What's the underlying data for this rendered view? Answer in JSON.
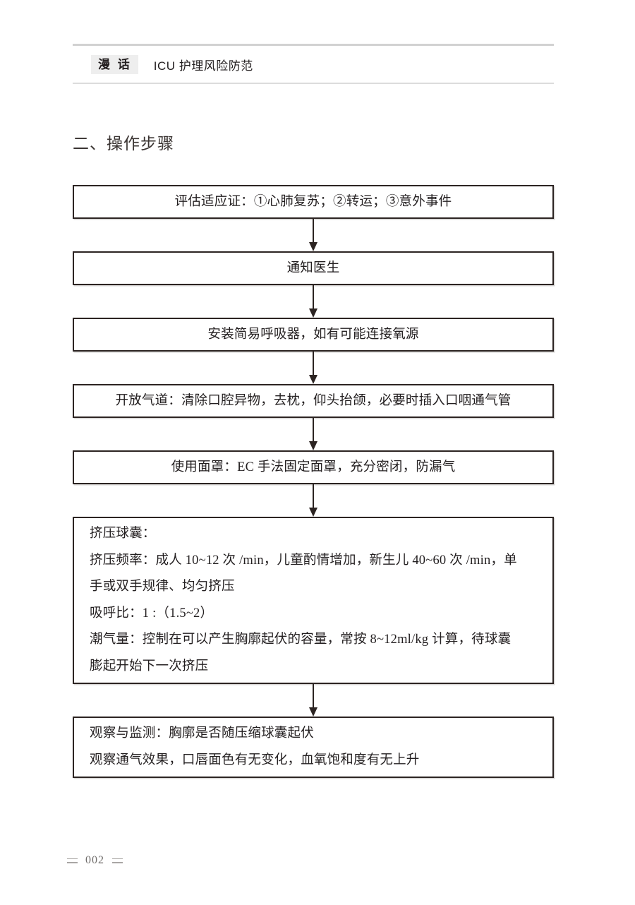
{
  "running_head": {
    "badge": "漫 话",
    "title": "ICU 护理风险防范"
  },
  "section": {
    "heading": "二、操作步骤"
  },
  "flowchart": {
    "type": "flowchart",
    "orientation": "vertical",
    "connector": "down-arrow",
    "steps": [
      {
        "id": "step-1",
        "align": "center",
        "lines": [
          "评估适应证：①心肺复苏；②转运；③意外事件"
        ]
      },
      {
        "id": "step-2",
        "align": "center",
        "lines": [
          "通知医生"
        ]
      },
      {
        "id": "step-3",
        "align": "center",
        "lines": [
          "安装简易呼吸器，如有可能连接氧源"
        ]
      },
      {
        "id": "step-4",
        "align": "center",
        "lines": [
          "开放气道：清除口腔异物，去枕，仰头抬颌，必要时插入口咽通气管"
        ]
      },
      {
        "id": "step-5",
        "align": "center",
        "lines": [
          "使用面罩：EC 手法固定面罩，充分密闭，防漏气"
        ]
      },
      {
        "id": "step-6",
        "align": "left",
        "lines": [
          "挤压球囊：",
          "挤压频率：成人 10~12 次 /min，儿童酌情增加，新生儿 40~60 次 /min，单",
          "手或双手规律、均匀挤压",
          "吸呼比：1 :（1.5~2）",
          "潮气量：控制在可以产生胸廓起伏的容量，常按 8~12ml/kg 计算，待球囊",
          "膨起开始下一次挤压"
        ]
      },
      {
        "id": "step-7",
        "align": "left",
        "lines": [
          "观察与监测：胸廓是否随压缩球囊起伏",
          "观察通气效果，口唇面色有无变化，血氧饱和度有无上升"
        ]
      }
    ]
  },
  "footer": {
    "page_number": "002"
  },
  "colors": {
    "box_border": "#2c2422",
    "text": "#231f20",
    "rule": "#d2d2d2",
    "badge_bg": "#eeeeee",
    "footer_text": "#6f6c6a"
  }
}
